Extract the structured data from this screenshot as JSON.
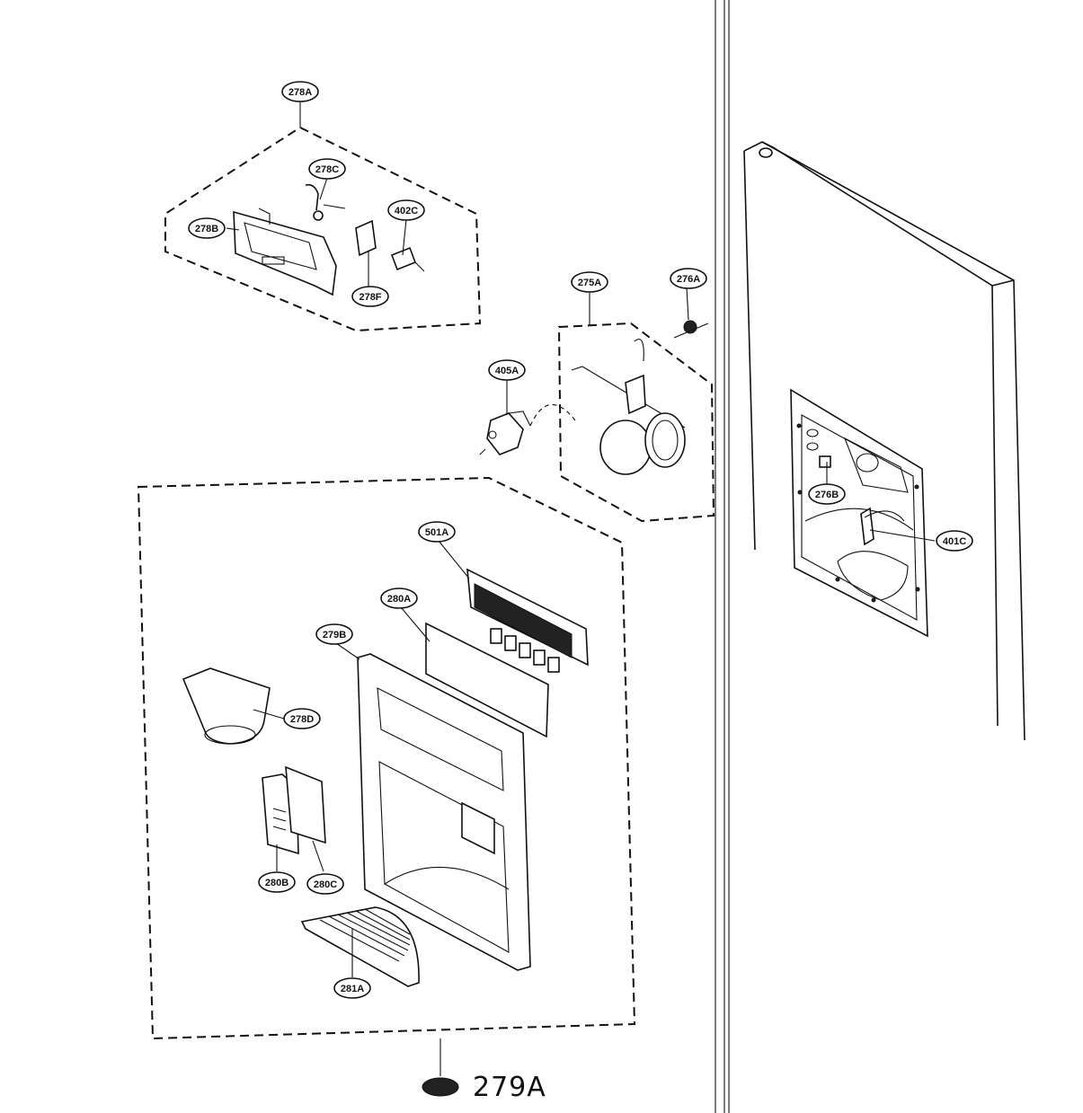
{
  "callouts": {
    "c278A": "278A",
    "c278C": "278C",
    "c278B": "278B",
    "c402C": "402C",
    "c278F": "278F",
    "c275A": "275A",
    "c276A": "276A",
    "c405A": "405A",
    "c501A": "501A",
    "c280A": "280A",
    "c279B": "279B",
    "c278D": "278D",
    "c280B": "280B",
    "c280C": "280C",
    "c281A": "281A",
    "c276B": "276B",
    "c401C": "401C"
  },
  "handwritten_label": "279A"
}
